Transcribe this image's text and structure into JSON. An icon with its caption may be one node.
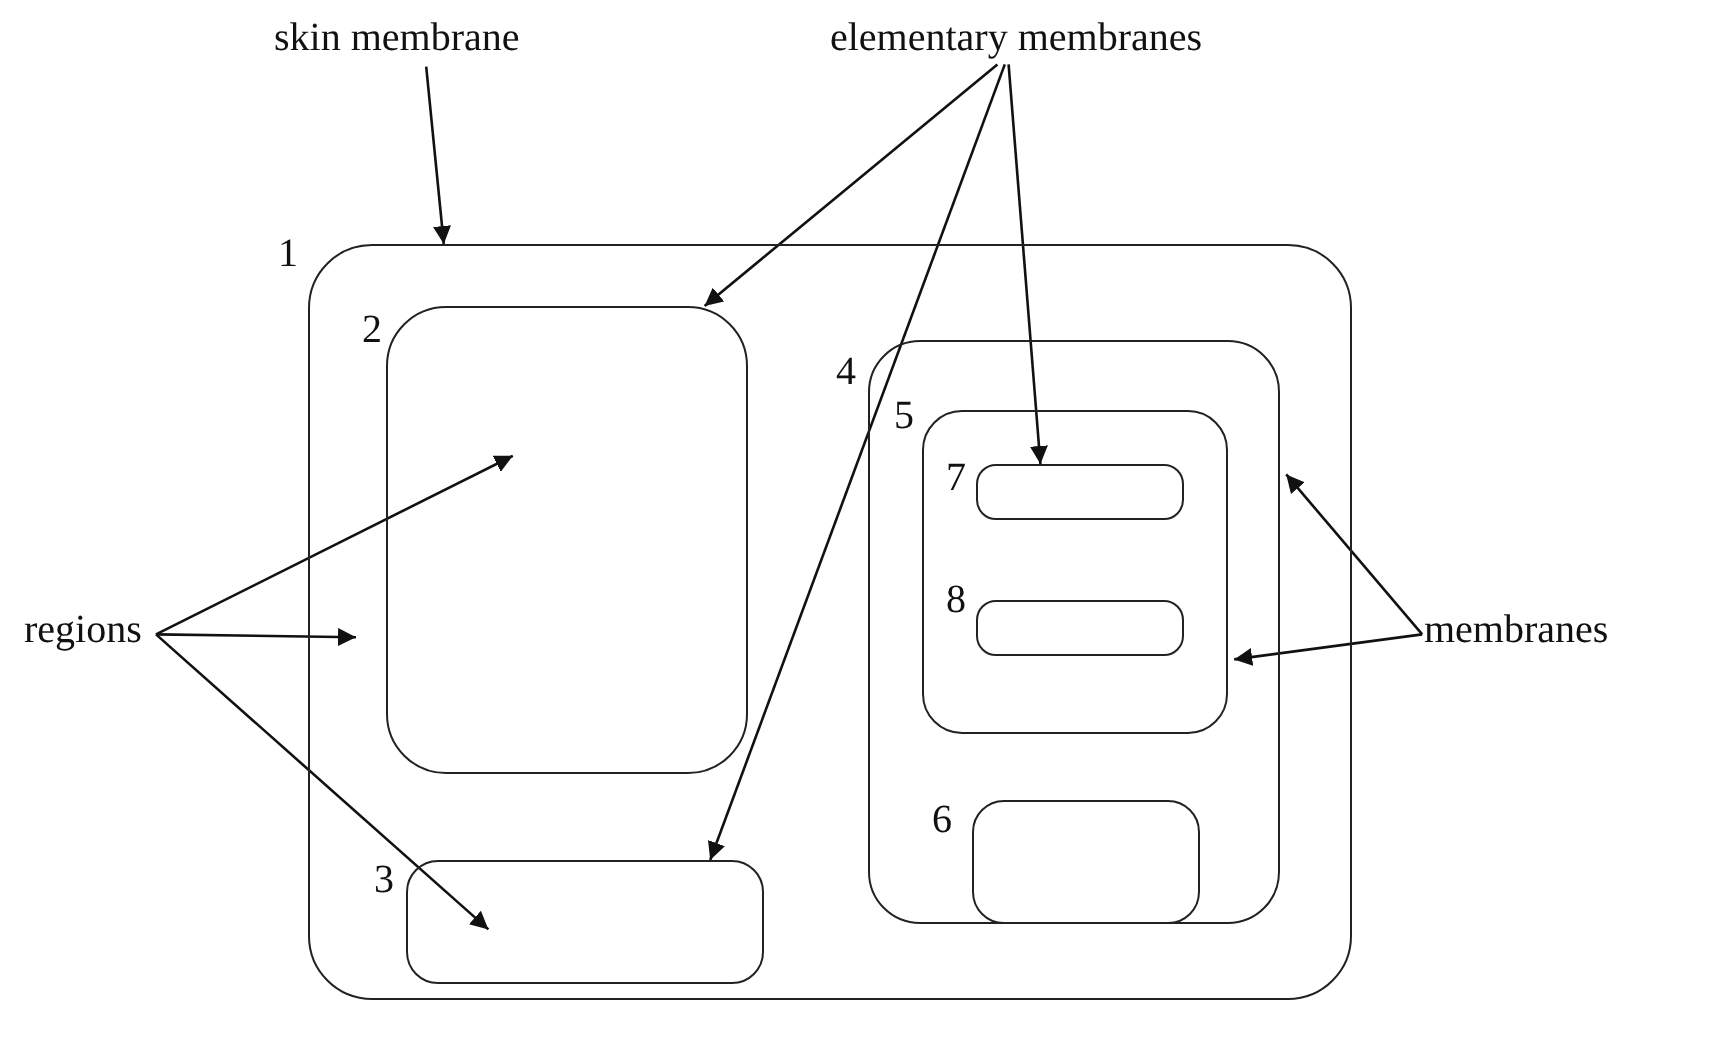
{
  "diagram": {
    "nodes": [
      {
        "text": [
          "skin membrane"
        ]
      },
      {
        "text": [
          "elementary membranes"
        ]
      },
      {
        "text": [
          "1"
        ]
      },
      {
        "text": [
          "2"
        ],
        "in": 2
      },
      {
        "text": [
          "4"
        ],
        "in": 2
      },
      {
        "text": [
          "5"
        ],
        "in": 4
      },
      {
        "text": [
          "7"
        ],
        "in": 5
      },
      {
        "text": [
          "8"
        ],
        "in": 5
      },
      {
        "text": [
          "6"
        ],
        "in": 4
      },
      {
        "text": [
          "3"
        ],
        "in": 2
      },
      {
        "text": [
          "regions"
        ]
      },
      {
        "text": [
          "membranes"
        ]
      }
    ],
    "edges": [
      {
        "from": 0,
        "to": 2,
        "arrow": "to"
      },
      {
        "from": 1,
        "to": 3,
        "arrow": "to"
      },
      {
        "from": 1,
        "to": 6,
        "arrow": "to"
      },
      {
        "from": 1,
        "to": 9,
        "arrow": "to"
      },
      {
        "from": 10,
        "to": 3,
        "arrow": "to"
      },
      {
        "from": 10,
        "to": 2,
        "arrow": "to"
      },
      {
        "from": 10,
        "to": 9,
        "arrow": "to"
      },
      {
        "from": 11,
        "to": 4,
        "arrow": "to"
      },
      {
        "from": 11,
        "to": 5,
        "arrow": "to"
      }
    ]
  }
}
